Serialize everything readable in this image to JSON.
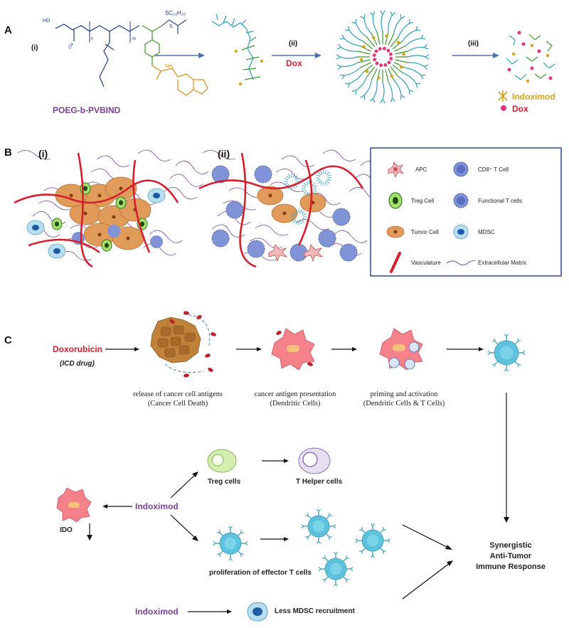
{
  "panel_a": {
    "letter": "A",
    "step_i": "(i)",
    "step_ii": "(ii)",
    "step_iii": "(iii)",
    "polymer_name": "POEG-b-PVBIND",
    "step_ii_reagent": "Dox",
    "chem_labels": {
      "sc12h25": "SC₁₂H₂₅",
      "ho": "HO",
      "n_sub": "n",
      "m_sub": "m",
      "cn": "CN",
      "nh2": "NH₂",
      "s": "S"
    },
    "legend": [
      {
        "label": "Indoximod",
        "color": "#d4a51a"
      },
      {
        "label": "Dox",
        "color": "#d81e2c"
      }
    ]
  },
  "panel_b": {
    "letter": "B",
    "sub_i": "(i)",
    "sub_ii": "(ii)",
    "legend": [
      {
        "label": "APC"
      },
      {
        "label": "CD8⁺ T Cell"
      },
      {
        "label": "Treg Cell"
      },
      {
        "label": "Functional T cells"
      },
      {
        "label": "Tumor Cell"
      },
      {
        "label": "MDSC"
      },
      {
        "label": "Vasculature"
      },
      {
        "label": "Extracellular Matrix"
      }
    ]
  },
  "panel_c": {
    "letter": "C",
    "doxorubicin": "Doxorubicin",
    "icd_drug": "(ICD drug)",
    "captions": [
      {
        "line1": "release of cancer cell antigens",
        "line2": "(Cancer Cell Death)"
      },
      {
        "line1": "cancer antigen presentation",
        "line2": "(Dendritic Cells)"
      },
      {
        "line1": "priming and activation",
        "line2": "(Dendritic Cells & T Cells)"
      }
    ],
    "indoximod": "Indoximod",
    "ido": "IDO",
    "treg_cells": "Treg cells",
    "t_helper_cells": "T Helper cells",
    "proliferation": "proliferation of effector T cells",
    "indoximod_bottom": "Indoximod",
    "less_mdsc": "Less MDSC recruitment",
    "outcome": {
      "line1": "Synergistic",
      "line2": "Anti-Tumor",
      "line3": "Immune Response"
    }
  },
  "colors": {
    "purple": "#7a3f98",
    "red": "#d81e2c",
    "gold": "#d4a51a",
    "navy": "#1e3a8a",
    "green": "#3a9a2a",
    "teal": "#2aa0b8",
    "arrow_blue": "#4a72b8"
  }
}
